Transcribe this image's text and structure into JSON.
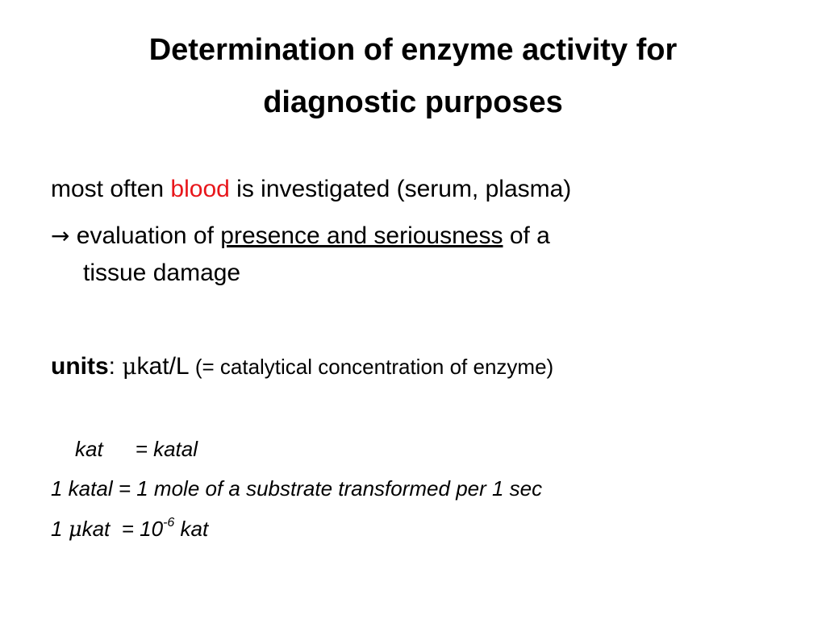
{
  "title": {
    "line1": "Determination of enzyme activity for",
    "line2": "diagnostic purposes"
  },
  "body": {
    "p1": {
      "prefix": "most often ",
      "highlight": "blood",
      "suffix": " is investigated (serum, plasma)"
    },
    "p2": {
      "arrow": "→",
      "prefix": " evaluation of ",
      "underlined": "presence and seriousness",
      "suffix": " of a",
      "continuation": "tissue damage"
    },
    "units": {
      "label": "units",
      "colon": ": ",
      "mu": "μ",
      "unit": "kat/L",
      "note": " (= catalytical concentration of enzyme)"
    },
    "defs": {
      "kat_term": "kat",
      "kat_eq": "= katal",
      "katal_def": "1 katal = 1 mole of a substrate transformed per 1 sec",
      "ukat_prefix": "1 ",
      "ukat_mu": "μ",
      "ukat_mid": "kat  = 10",
      "ukat_exp": "-6",
      "ukat_suffix": " kat"
    }
  },
  "colors": {
    "highlight": "#e8161b",
    "text": "#000000",
    "background": "#ffffff"
  }
}
